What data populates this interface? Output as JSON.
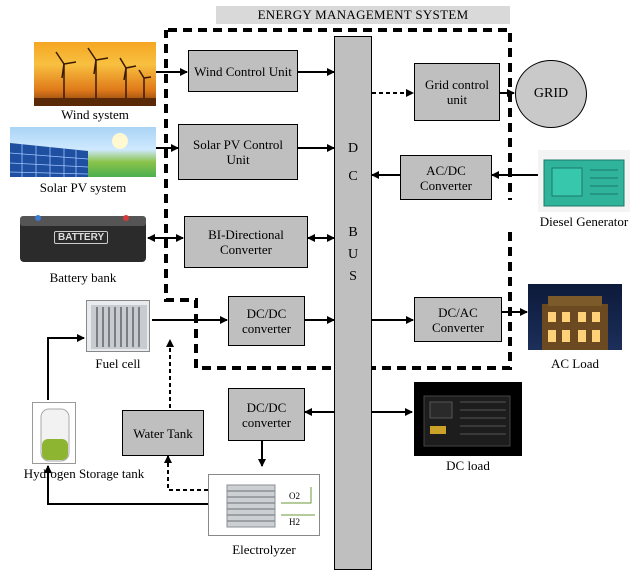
{
  "header": "ENERGY MANAGEMENT SYSTEM",
  "bus_letters": [
    "D",
    "C",
    "B",
    "U",
    "S"
  ],
  "boxes": {
    "wind_control": "Wind Control Unit",
    "solar_control": "Solar PV Control Unit",
    "bidirectional": "BI-Directional Converter",
    "dcdc_fuel": "DC/DC converter",
    "dcdc_electro": "DC/DC converter",
    "water_tank": "Water Tank",
    "grid_control": "Grid control unit",
    "acdc": "AC/DC Converter",
    "dcac": "DC/AC Converter",
    "grid": "GRID"
  },
  "labels": {
    "wind": "Wind system",
    "solar": "Solar PV system",
    "battery": "Battery bank",
    "fuel": "Fuel cell",
    "hydrogen": "Hydrogen Storage tank",
    "electrolyzer": "Electrolyzer",
    "diesel": "Diesel Generator",
    "acload": "AC Load",
    "dcload": "DC load",
    "battery_text": "BATTERY",
    "o2": "O2",
    "h2": "H2"
  }
}
